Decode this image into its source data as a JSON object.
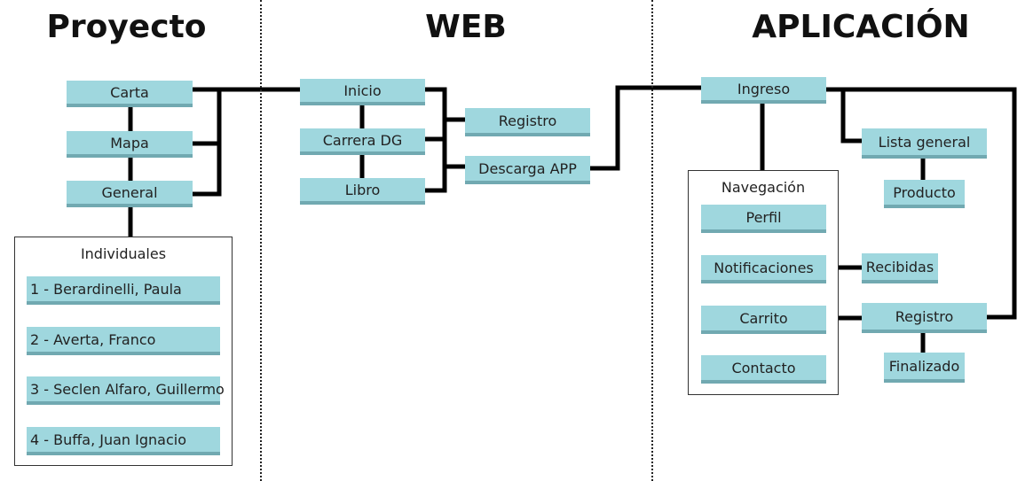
{
  "sections": {
    "proyecto": "Proyecto",
    "web": "WEB",
    "aplicacion": "APLICACIÓN"
  },
  "proyecto": {
    "carta": "Carta",
    "mapa": "Mapa",
    "general": "General",
    "individuales_title": "Individuales",
    "individuales": [
      "1 - Berardinelli, Paula",
      "2 - Averta, Franco",
      "3 - Seclen Alfaro, Guillermo",
      "4 - Buffa, Juan Ignacio"
    ]
  },
  "web": {
    "inicio": "Inicio",
    "carrera": "Carrera DG",
    "libro": "Libro",
    "registro": "Registro",
    "descarga": "Descarga APP"
  },
  "aplicacion": {
    "ingreso": "Ingreso",
    "navegacion_title": "Navegación",
    "perfil": "Perfil",
    "notificaciones": "Notificaciones",
    "carrito": "Carrito",
    "contacto": "Contacto",
    "lista_general": "Lista general",
    "producto": "Producto",
    "recibidas": "Recibidas",
    "registro": "Registro",
    "finalizado": "Finalizado"
  },
  "colors": {
    "node_fill": "#9fd7de",
    "node_shadow": "#71a9b1",
    "connector": "#000000"
  }
}
